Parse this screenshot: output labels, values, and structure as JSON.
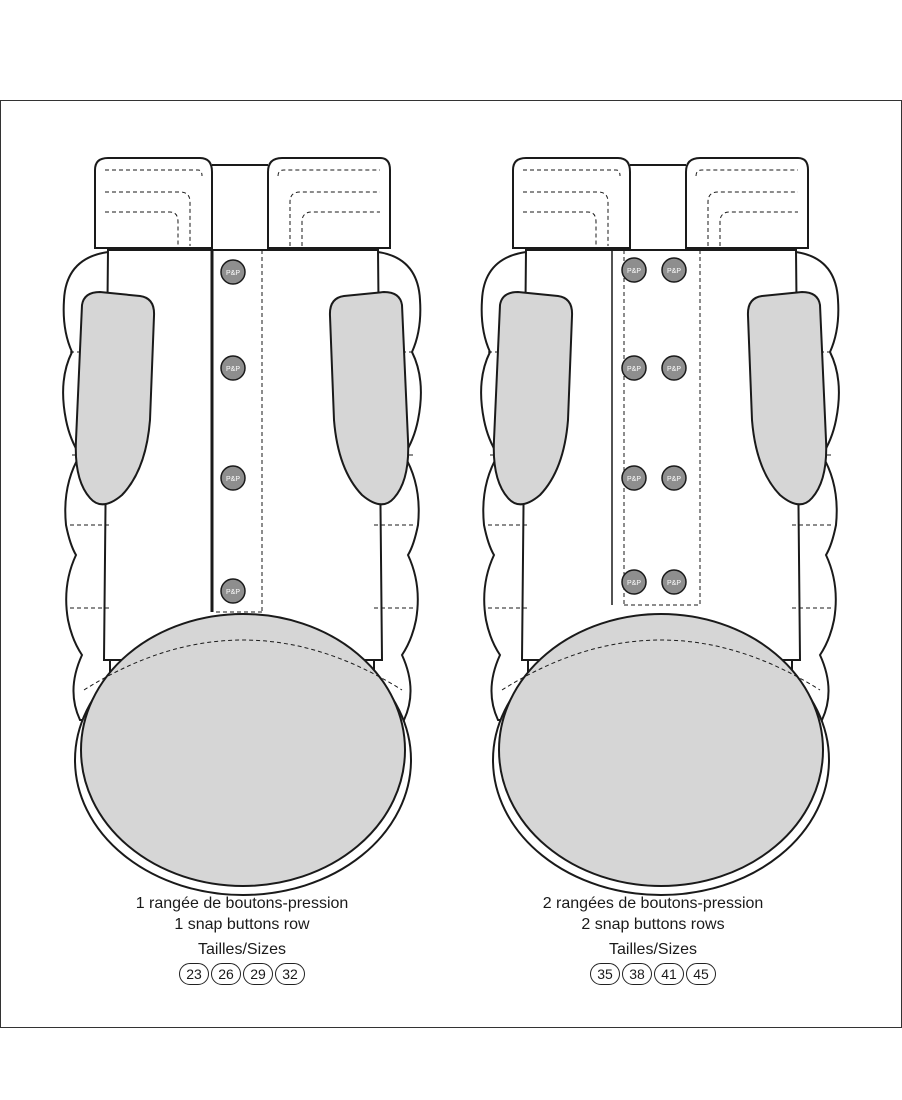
{
  "products": [
    {
      "line1": "1 rangée de boutons-pression",
      "line2": "1 snap buttons row",
      "sizes_label": "Tailles/Sizes",
      "sizes": [
        "23",
        "26",
        "29",
        "32"
      ],
      "button_rows": 1
    },
    {
      "line1": "2 rangées de boutons-pression",
      "line2": "2 snap buttons rows",
      "sizes_label": "Tailles/Sizes",
      "sizes": [
        "35",
        "38",
        "41",
        "45"
      ],
      "button_rows": 2
    }
  ],
  "snap_logo_text": "P&P",
  "colors": {
    "line": "#1a1a1a",
    "fill_gray": "#d6d6d6",
    "button_gray": "#8e8e8e",
    "background": "#ffffff"
  }
}
